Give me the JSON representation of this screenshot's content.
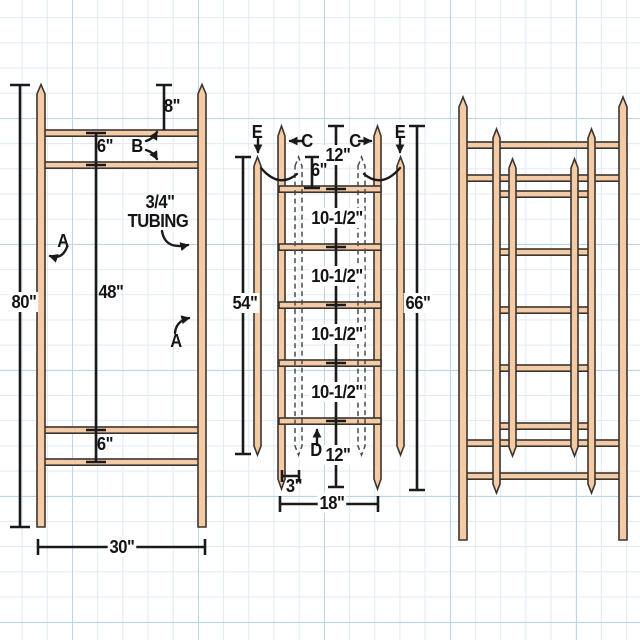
{
  "colors": {
    "background": "#ffffff",
    "grid_minor": "#dfeaf5",
    "grid_major": "#bdd5ea",
    "tube_fill": "#f5cba6",
    "tube_outline": "#3a342e",
    "dimension_lines": "#1a1a1a",
    "label_text": "#141414"
  },
  "front_view": {
    "overall_height": "80\"",
    "overall_width": "30\"",
    "top_rail_extension": "8\"",
    "top_rung_spacing": "6\"",
    "center_span": "48\"",
    "bottom_rung_spacing": "6\"",
    "part_label_a": "A",
    "part_label_b": "B",
    "tubing_note_line1": "3/4\"",
    "tubing_note_line2": "TUBING"
  },
  "ladder_view": {
    "short_rail_height": "54\"",
    "tall_rail_height": "66\"",
    "top_rail_extension": "12\"",
    "short_rail_offset": "6\"",
    "rung_spacing": "10-1/2\"",
    "bottom_rail_extension": "12\"",
    "peg_inset": "3\"",
    "overall_width": "18\"",
    "part_label_c": "C",
    "part_label_d": "D",
    "part_label_e": "E"
  }
}
